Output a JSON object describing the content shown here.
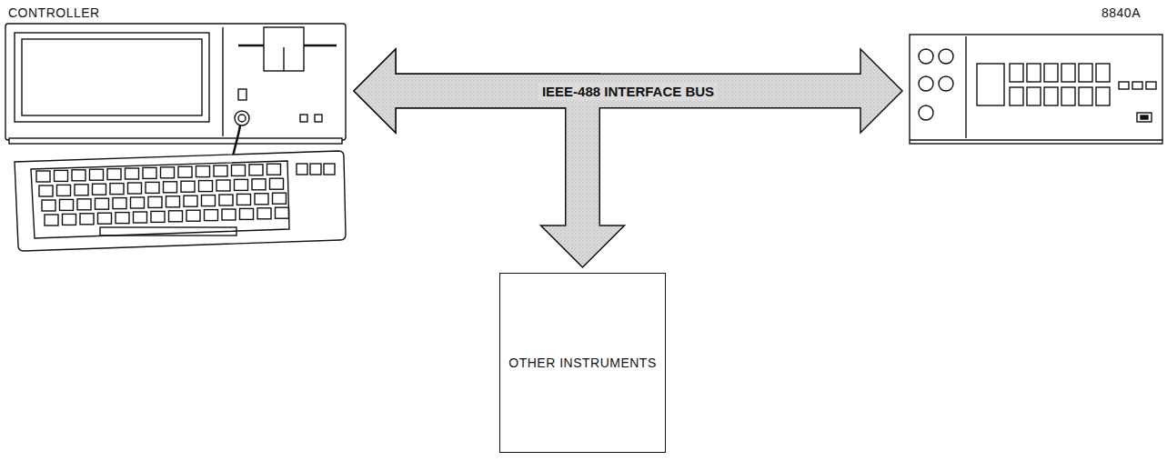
{
  "diagram": {
    "nodes": [
      {
        "text": [
          "CONTROLLER"
        ]
      },
      {
        "text": [
          "8840A"
        ]
      },
      {
        "text": [
          "OTHER INSTRUMENTS"
        ]
      }
    ],
    "edges": [
      {
        "from": 0,
        "to": 1,
        "arrow": "both",
        "label": "IEEE-488 INTERFACE BUS"
      },
      {
        "from": 0,
        "to": 2,
        "arrow": "both"
      }
    ]
  }
}
